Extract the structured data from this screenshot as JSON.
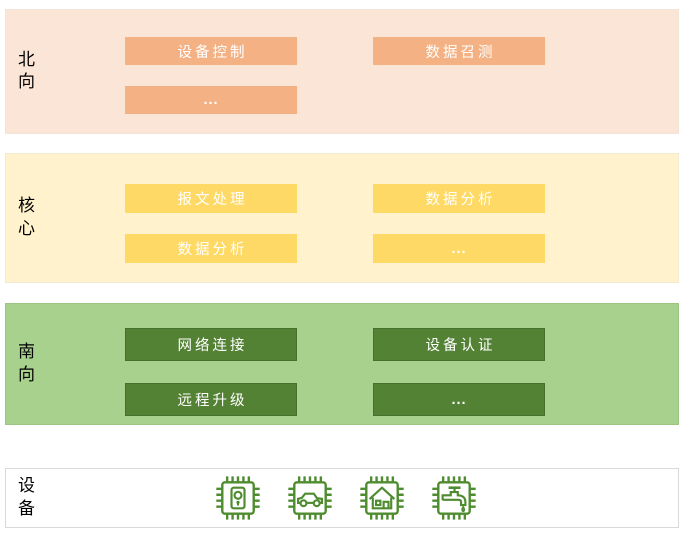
{
  "layers": {
    "northbound": {
      "label": "北向",
      "boxes": [
        "设备控制",
        "数据召测",
        "..."
      ]
    },
    "core": {
      "label": "核心",
      "boxes": [
        "报文处理",
        "数据分析",
        "数据分析",
        "..."
      ]
    },
    "southbound": {
      "label": "南向",
      "boxes": [
        "网络连接",
        "设备认证",
        "远程升级",
        "..."
      ]
    },
    "devices": {
      "label": "设备",
      "icons": [
        "smart-lock-chip-icon",
        "connected-car-chip-icon",
        "smart-home-chip-icon",
        "smart-water-meter-chip-icon"
      ]
    }
  },
  "colors": {
    "northbound_band": "#FBE5D6",
    "northbound_box": "#F4B183",
    "core_band": "#FFF2CC",
    "core_box": "#FFD966",
    "southbound_band": "#A9D18E",
    "southbound_box": "#548235",
    "devices_band_border": "#D9D9D9",
    "device_icon": "#4E8C2F",
    "box_text": "#FFFFFF",
    "label_text": "#000000"
  }
}
